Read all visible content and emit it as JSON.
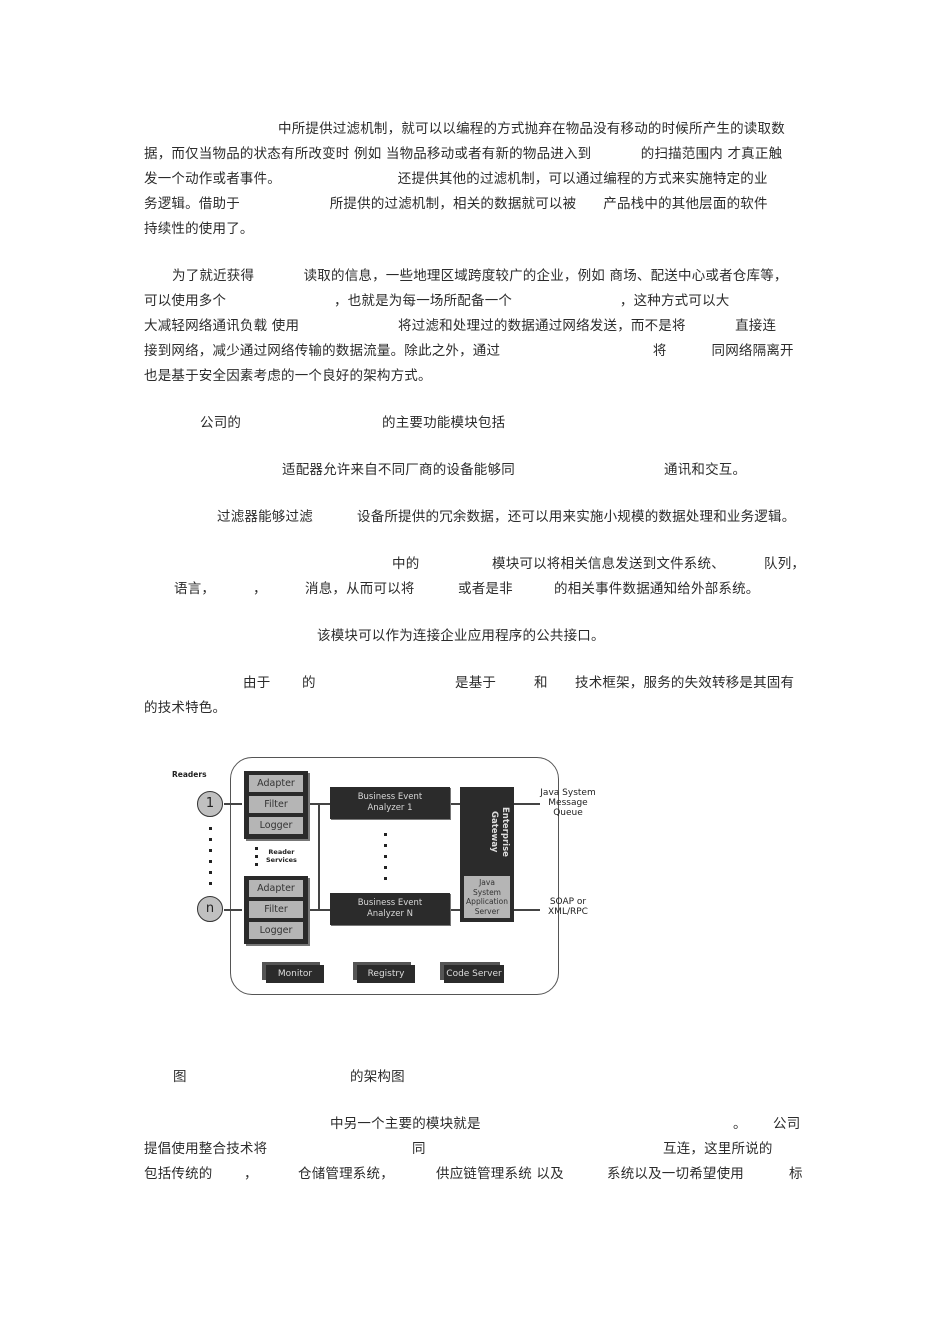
{
  "paragraph1": {
    "lines": [
      "中所提供过滤机制，就可以以编程的方式抛弃在物品没有移动的时候所产生的读取数",
      "据，而仅当物品的状态有所改变时 例如 当物品移动或者有新的物品进入到           的扫描范围内 才真正触",
      "发一个动作或者事件。                          还提供其他的过滤机制，可以通过编程的方式来实施特定的业",
      "务逻辑。借助于                    所提供的过滤机制，相关的数据就可以被      产品栈中的其他层面的软件",
      "持续性的使用了。"
    ]
  },
  "paragraph2": {
    "lines": [
      "为了就近获得           读取的信息，一些地理区域跨度较广的企业，例如 商场、配送中心或者仓库等，",
      "可以使用多个                        ，也就是为每一场所配备一个                        ，这种方式可以大",
      "大减轻网络通讯负载 使用                      将过滤和处理过的数据通过网络发送，而不是将           直接连",
      "接到网络，减少通过网络传输的数据流量。除此之外，通过                                  将          同网络隔离开",
      "也是基于安全因素考虑的一个良好的架构方式。"
    ]
  },
  "modules_intro": {
    "left": "公司的",
    "right": "的主要功能模块包括"
  },
  "adapter_line": {
    "left": "适配器允许来自不同厂商的设备能够同",
    "right": "通讯和交互。"
  },
  "filter_line": {
    "left": "过滤器能够过滤",
    "right": "设备所提供的冗余数据，还可以用来实施小规模的数据处理和业务逻辑。"
  },
  "logger_lines": {
    "line1": {
      "a": "中的",
      "b": "模块可以将相关信息发送到文件系统、",
      "c": "队列，"
    },
    "line2": {
      "a": "语言，",
      "b": "，",
      "c": "消息，从而可以将",
      "d": "或者是非",
      "e": "的相关事件数据通知给外部系统。"
    }
  },
  "gateway_line": "该模块可以作为连接企业应用程序的公共接口。",
  "failover_lines": {
    "line1": {
      "a": "由于",
      "b": "的",
      "c": "是基于",
      "d": "和",
      "e": "技术框架，服务的失效转移是其固有"
    },
    "line2": "的技术特色。"
  },
  "diagram": {
    "readers_label": "Readers",
    "reader_1": "1",
    "reader_n": "n",
    "reader_services_label": [
      "Reader",
      "Services"
    ],
    "stack_cells": [
      "Adapter",
      "Filter",
      "Logger"
    ],
    "analyzer_1": [
      "Business Event",
      "Analyzer 1"
    ],
    "analyzer_n": [
      "Business Event",
      "Analyzer N"
    ],
    "enterprise_gateway": [
      "Enterprise",
      "Gateway"
    ],
    "app_server": [
      "Java",
      "System",
      "Application",
      "Server"
    ],
    "output_top": [
      "Java System",
      "Message",
      "Queue"
    ],
    "output_bottom": [
      "SOAP or",
      "XML/RPC"
    ],
    "bottom_services": [
      "Monitor",
      "Registry",
      "Code Server"
    ]
  },
  "figure_caption": {
    "left": "图",
    "right": "的架构图"
  },
  "paragraph3": {
    "line1": {
      "a": "中另一个主要的模块就是",
      "b": "。",
      "c": "公司"
    },
    "line2": {
      "a": "提倡使用整合技术将",
      "b": "同",
      "c": "互连，这里所说的"
    },
    "line3": {
      "a": "包括传统的",
      "b": "，",
      "c": "仓储管理系统，",
      "d": "供应链管理系统 以及",
      "e": "系统以及一切希望使用",
      "f": "标"
    }
  }
}
